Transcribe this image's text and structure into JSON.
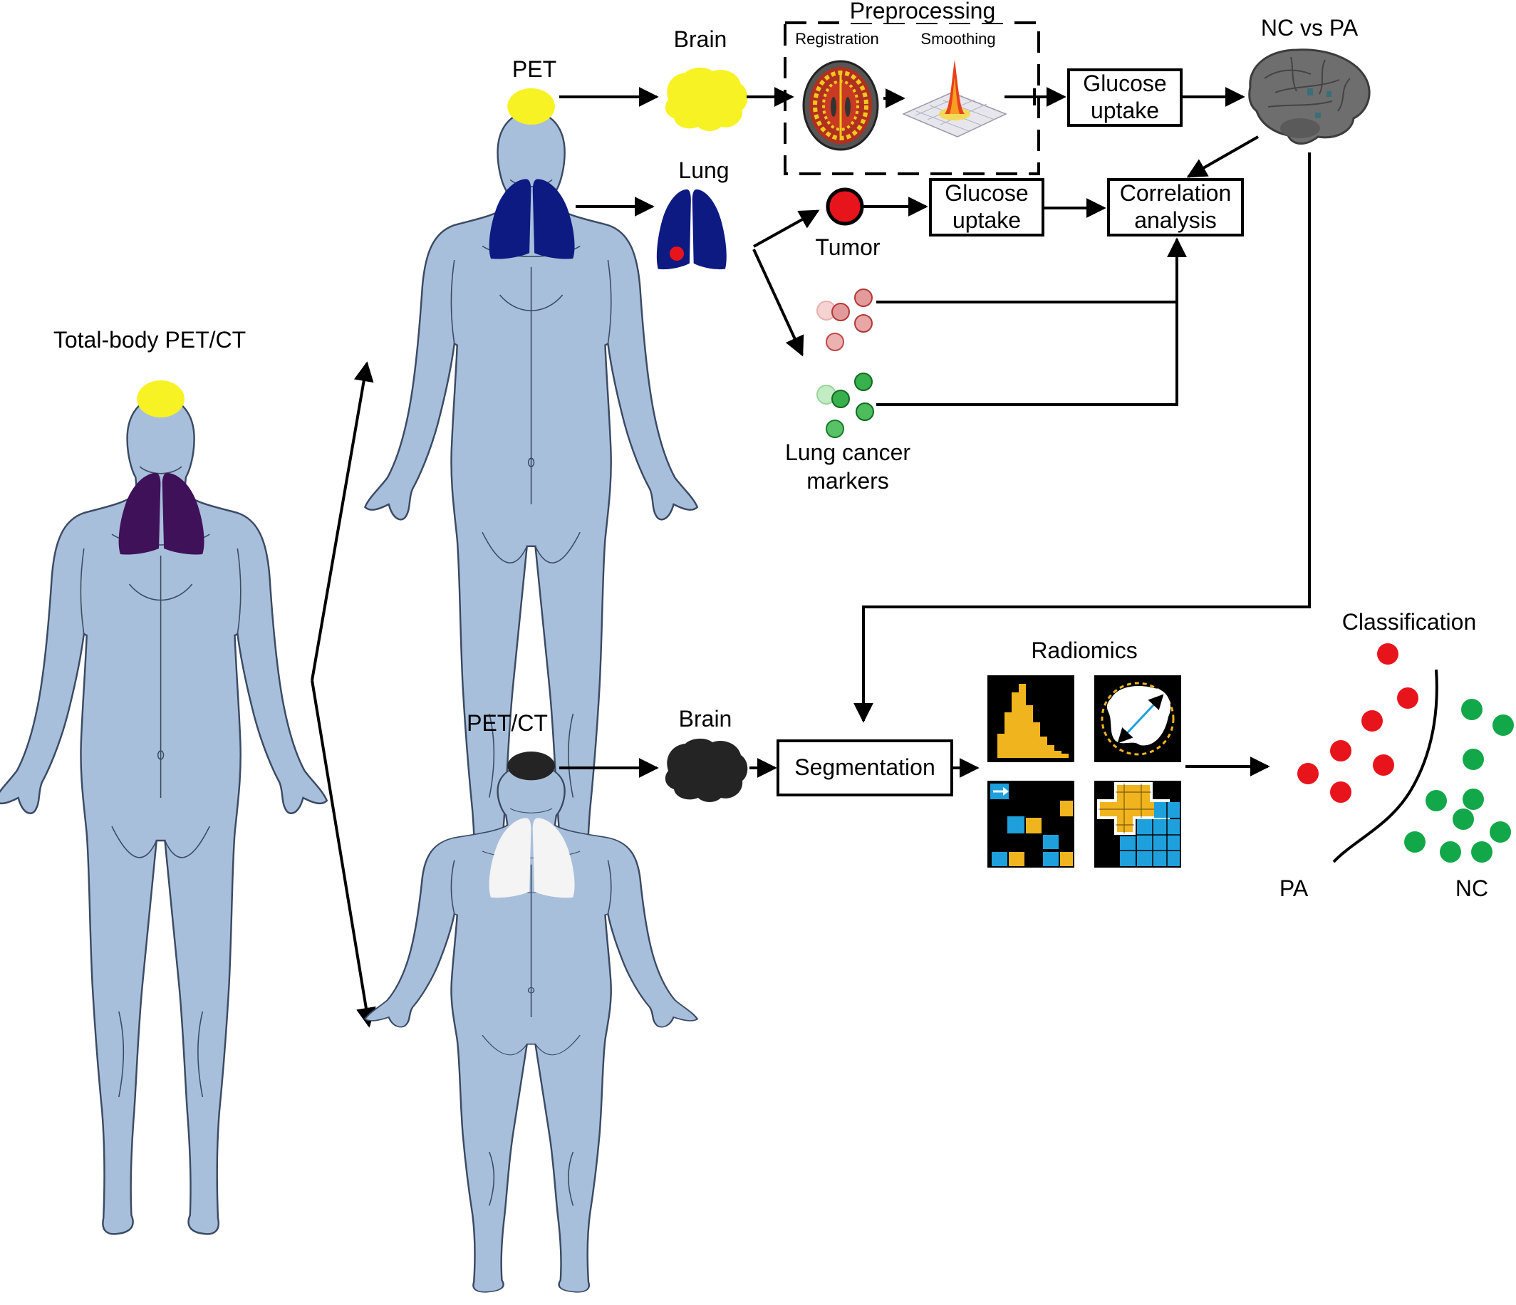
{
  "labels": {
    "total_body": "Total-body PET/CT",
    "pet": "PET",
    "pet_ct": "PET/CT",
    "brain_top": "Brain",
    "brain_bottom": "Brain",
    "lung": "Lung",
    "preprocessing": "Preprocessing",
    "registration": "Registration",
    "smoothing": "Smoothing",
    "glucose_uptake_brain": [
      "Glucose",
      "uptake"
    ],
    "glucose_uptake_tumor": [
      "Glucose",
      "uptake"
    ],
    "nc_vs_pa": "NC vs PA",
    "tumor": "Tumor",
    "correlation": [
      "Correlation",
      "analysis"
    ],
    "lung_cancer_markers": [
      "Lung cancer",
      "markers"
    ],
    "segmentation": "Segmentation",
    "radiomics": "Radiomics",
    "classification": "Classification",
    "pa": "PA",
    "nc": "NC"
  },
  "colors": {
    "brain_pet": "#f7f224",
    "lung_pet": "#0d1a82",
    "lung_total": "#3f1159",
    "brain_ct": "#242424",
    "lung_ct": "#f4f4f4",
    "skin": "#a8bfdc",
    "pa_dot": "#e8141c",
    "nc_dot": "#12a84a",
    "radiomics_orange": "#f0b41e",
    "radiomics_blue": "#1ea0dc"
  },
  "icons": [
    "human-body-silhouette",
    "brain-shape",
    "lungs-shape",
    "brain-3d-render",
    "brain-mri-slice",
    "gaussian-kernel-surface",
    "histogram-feature",
    "shape-feature",
    "texture-matrix-feature",
    "region-size-feature"
  ]
}
